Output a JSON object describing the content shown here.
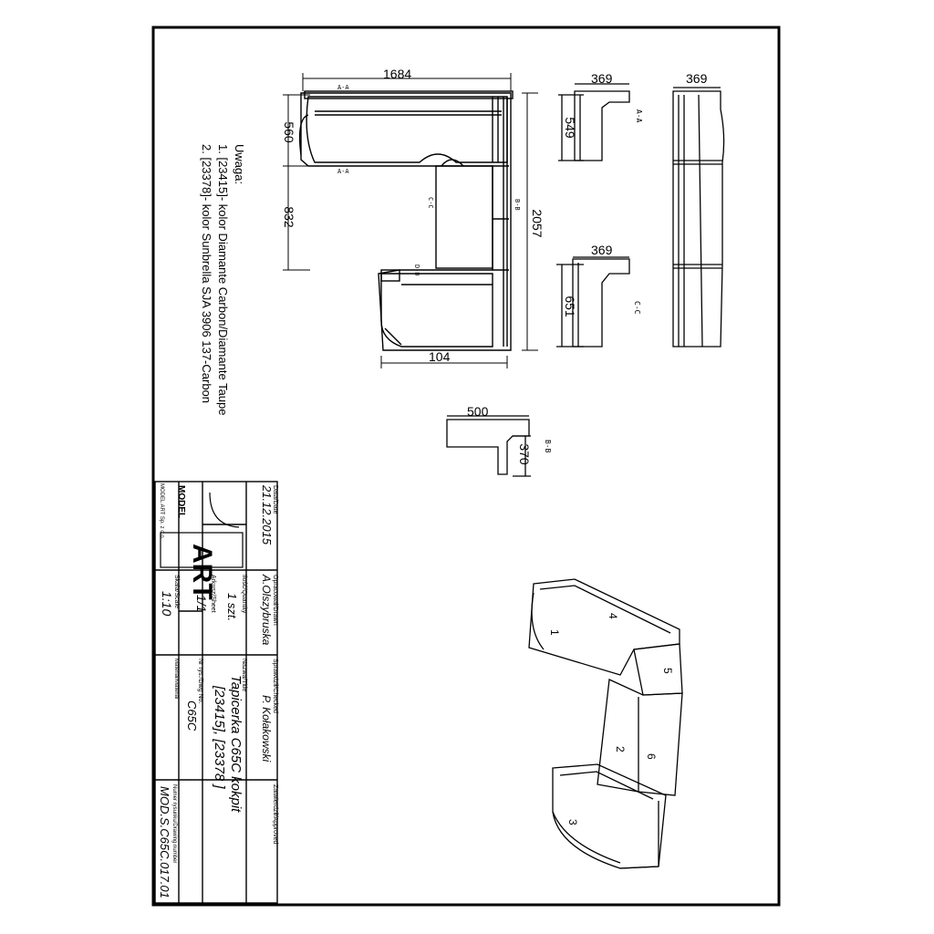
{
  "dimensions": {
    "top_width": "1684",
    "depth_a": "560",
    "depth_b": "832",
    "total_height": "2057",
    "bottom_width": "104",
    "sec1_width": "369",
    "sec1_height": "549",
    "sec2_width": "369",
    "sec2_height": "651",
    "sec3_width": "500",
    "sec3_height": "370",
    "side_width": "369"
  },
  "section_marks": {
    "a": "A-A",
    "b": "B-B",
    "c": "C-C",
    "d": "D-D"
  },
  "notes": {
    "heading": "Uwaga:",
    "line1": "1. [23415]- kolor Diamante Carbon/Diamante Taupe",
    "line2": "2. [23378]- kolor Sunbrella SJA 3906 137-Carbon"
  },
  "iso_numbers": [
    "1",
    "2",
    "3",
    "4",
    "5",
    "6"
  ],
  "title_block": {
    "date_label": "Data/Date",
    "date_value": "21.12.2015",
    "drawn_label": "Opracował/Drawn",
    "drawn_value": "A.Olszybruska",
    "checked_label": "Sprawdził/Checked",
    "checked_value": "P. Kołakowski",
    "approved_label": "Zatwierdził/Approved",
    "qty_label": "Ilość/Quantity",
    "qty_value": "1 szt.",
    "sheet_label": "Arkusz/Sheet",
    "sheet_value": "1/1",
    "scale_label": "Skala/Scale",
    "scale_value": "1:10",
    "name_label": "Nazwa/Title",
    "name_line1": "Tapicerka C65C kokpit",
    "name_line2": "[23415], [23378 ]",
    "doc_label": "Nr rys./Dwg No.",
    "doc_value": "C65C",
    "drawing_no_label": "Numer rysunku/Drawing number",
    "drawing_no_value": "MOD.S.C65C.017.01",
    "material_label": "Materiał/Material",
    "logo_text": "ART",
    "model_text": "MODEL",
    "company_text": "MODEL ART Sp. z o.o."
  }
}
